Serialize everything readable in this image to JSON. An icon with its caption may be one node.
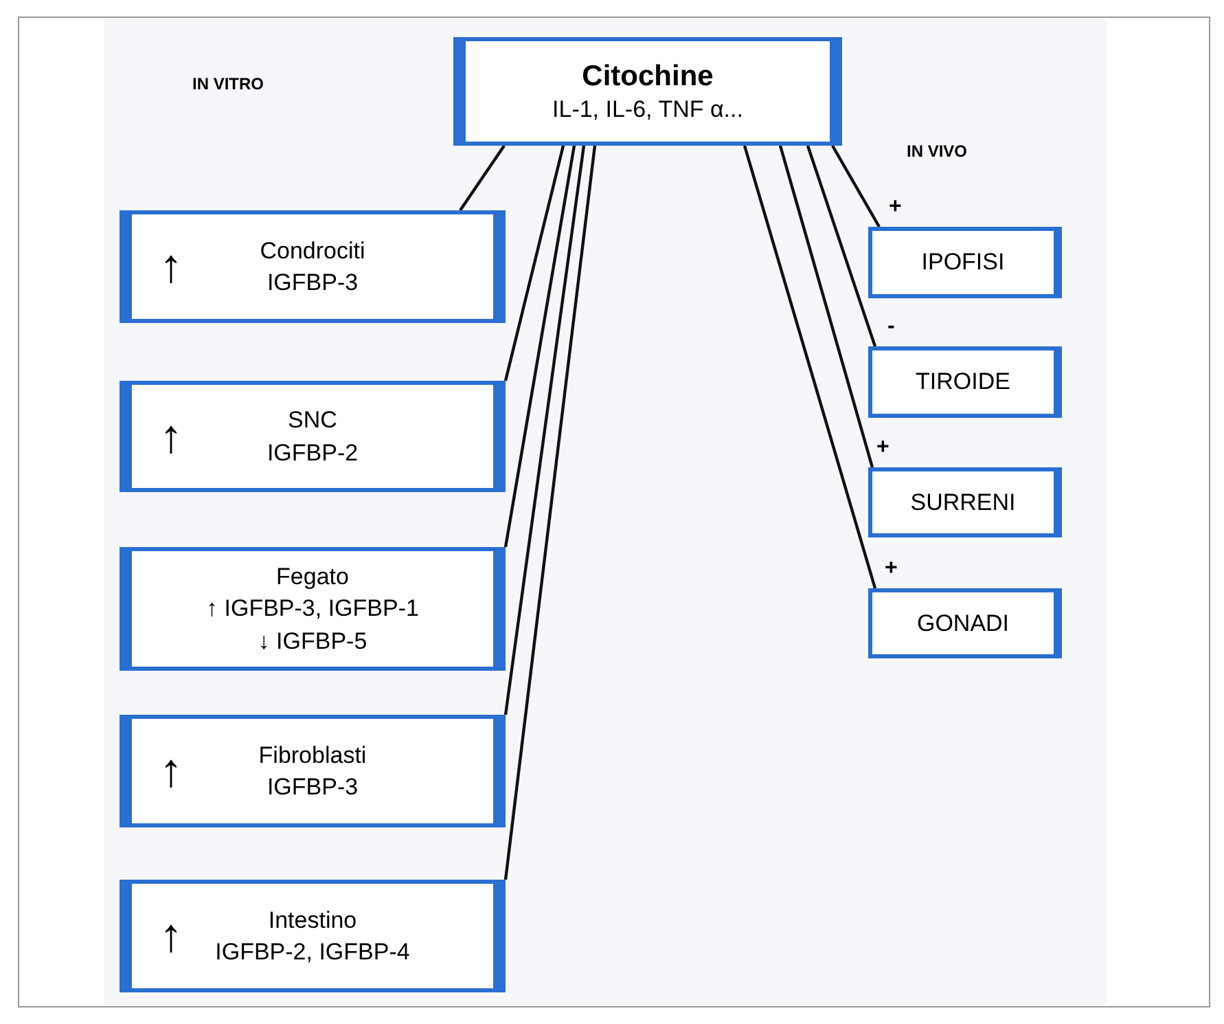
{
  "diagram": {
    "nodes": [
      {
        "text": [
          "Citochine",
          "IL-1, IL-6, TNF α..."
        ]
      },
      {
        "text": [
          "↑",
          "Condrociti",
          "IGFBP-3"
        ]
      },
      {
        "text": [
          "↑",
          "SNC",
          "IGFBP-2"
        ]
      },
      {
        "text": [
          "Fegato",
          "↑ IGFBP-3, IGFBP-1",
          "↓ IGFBP-5"
        ]
      },
      {
        "text": [
          "↑",
          "Fibroblasti",
          "IGFBP-3"
        ]
      },
      {
        "text": [
          "↑",
          "Intestino",
          "IGFBP-2, IGFBP-4"
        ]
      },
      {
        "text": [
          "IPOFISI"
        ]
      },
      {
        "text": [
          "TIROIDE"
        ]
      },
      {
        "text": [
          "SURRENI"
        ]
      },
      {
        "text": [
          "GONADI"
        ]
      }
    ],
    "edges": [
      {
        "from": 0,
        "to": 1,
        "arrow": "none"
      },
      {
        "from": 0,
        "to": 2,
        "arrow": "none"
      },
      {
        "from": 0,
        "to": 3,
        "arrow": "none"
      },
      {
        "from": 0,
        "to": 4,
        "arrow": "none"
      },
      {
        "from": 0,
        "to": 5,
        "arrow": "none"
      },
      {
        "from": 0,
        "to": 6,
        "arrow": "none",
        "label": "+"
      },
      {
        "from": 0,
        "to": 7,
        "arrow": "none",
        "label": "-"
      },
      {
        "from": 0,
        "to": 8,
        "arrow": "none",
        "label": "+"
      },
      {
        "from": 0,
        "to": 9,
        "arrow": "none",
        "label": "+"
      }
    ],
    "labels": [
      "IN VITRO",
      "IN VIVO"
    ]
  }
}
